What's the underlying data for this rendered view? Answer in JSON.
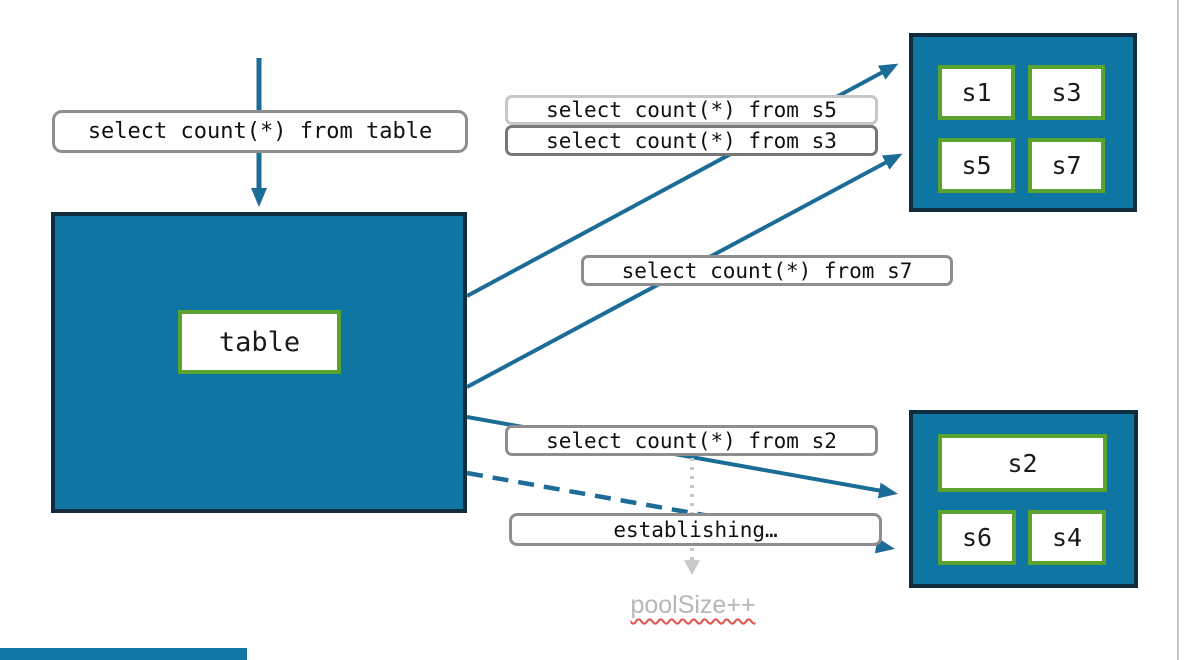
{
  "diagram": {
    "table_label": "table",
    "queries": {
      "from_table": "select count(*) from table",
      "from_s5": "select count(*) from s5",
      "from_s3": "select count(*) from s3",
      "from_s7": "select count(*) from s7",
      "from_s2": "select count(*) from s2"
    },
    "status": {
      "establishing": "establishing…",
      "pool_size": "poolSize++"
    },
    "shard_groups": {
      "top": [
        "s1",
        "s3",
        "s5",
        "s7"
      ],
      "bottom": [
        "s2",
        "s6",
        "s4"
      ]
    },
    "colors": {
      "node_fill": "#0f76a3",
      "node_border": "#0f2d3f",
      "shard_border": "#5ba331",
      "arrow": "#1b6c96",
      "label_border": "#8e8e8e",
      "label_border_light": "#c7c7c7",
      "label_border_dark": "#777777",
      "muted_text": "#b6b6b6",
      "dotted_arrow": "#c9c9c9",
      "spellcheck_red": "#e0524d",
      "edge_line": "#c8c8c8",
      "bottom_bar": "#1177a4"
    }
  }
}
